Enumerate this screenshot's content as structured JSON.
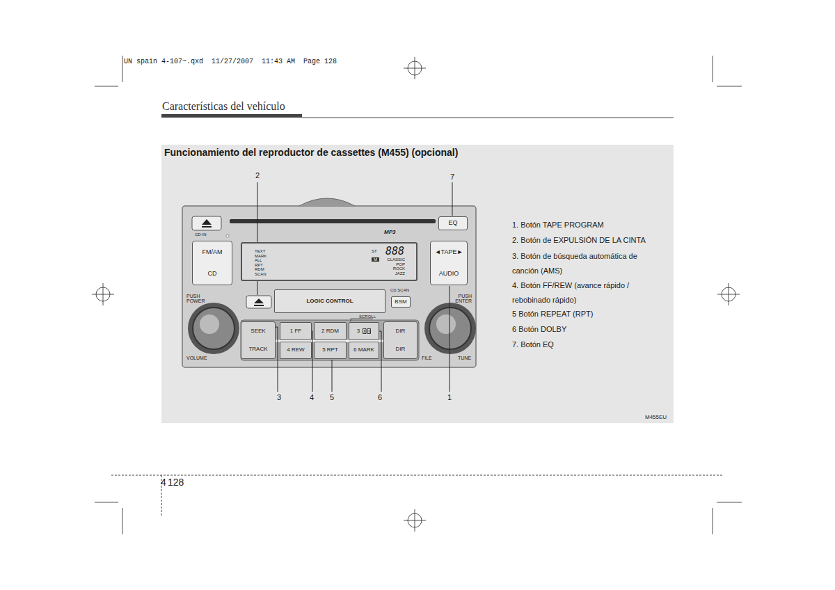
{
  "diagram": {
    "title": "Funcionamiento del reproductor de cassettes (M455) (opcional)",
    "nodes": [
      {
        "text": [
          "FM/AM",
          "CD"
        ]
      },
      {
        "text": [
          "TEXT MARK ALL RPT RDM SCAN",
          "ST",
          "888",
          "M",
          "CLASSIC POP ROCK JAZZ"
        ]
      },
      {
        "text": [
          "EQ"
        ]
      },
      {
        "text": [
          "◄TAPE►",
          "AUDIO"
        ]
      },
      {
        "text": [
          "LOGIC CONTROL"
        ]
      },
      {
        "text": [
          "BSM"
        ]
      },
      {
        "text": [
          "SEEK",
          "TRACK"
        ]
      },
      {
        "text": [
          "1 FF"
        ]
      },
      {
        "text": [
          "2 RDM"
        ]
      },
      {
        "text": [
          "3"
        ]
      },
      {
        "text": [
          "DIR",
          "DIR"
        ]
      },
      {
        "text": [
          "4 REW"
        ]
      },
      {
        "text": [
          "5 RPT"
        ]
      },
      {
        "text": [
          "6 MARK"
        ]
      }
    ],
    "labels": [
      "UN spain 4-107~.qxd  11/27/2007  11:43 AM  Page 128",
      "Características del vehículo",
      "CD-IN",
      "MP3",
      "PUSH POWER",
      "VOLUME",
      "PUSH ENTER",
      "FILE",
      "TUNE",
      "CD SCAN",
      "SCROLL",
      "2",
      "7",
      "3",
      "4",
      "5",
      "6",
      "1",
      "1. Botón TAPE PROGRAM",
      "2. Botón de EXPULSIÓN DE LA CINTA",
      "3. Botón de búsqueda automática de canción (AMS)",
      "4. Botón FF/REW (avance rápido / rebobinado rápido)",
      "5 Botón REPEAT (RPT)",
      "6 Botón DOLBY",
      "7. Botón EQ",
      "4",
      "128",
      "M455EU"
    ]
  }
}
